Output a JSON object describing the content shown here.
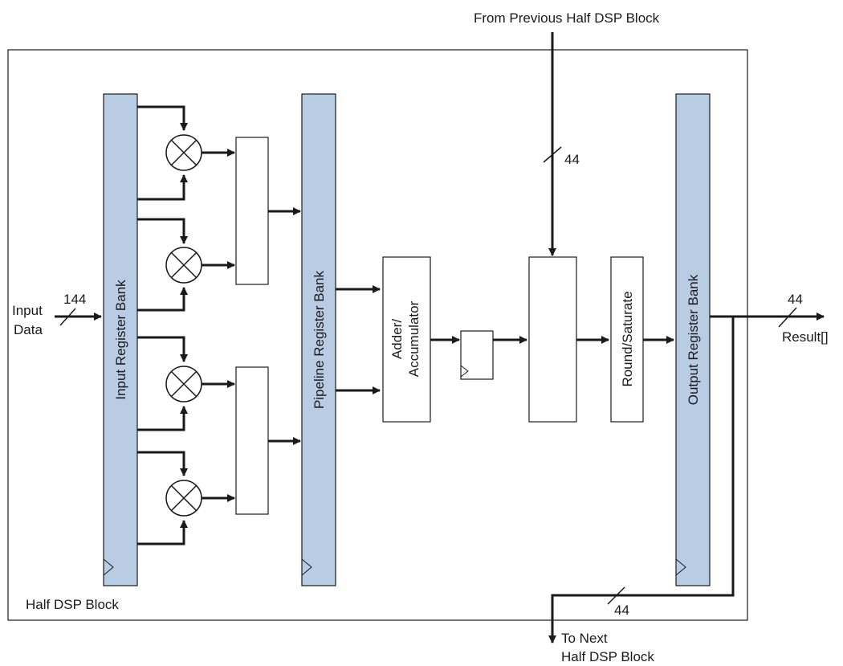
{
  "labels": {
    "from_prev": "From Previous Half DSP Block",
    "input_line1": "Input",
    "input_line2": "Data",
    "input_width": "144",
    "input_register_bank": "Input Register Bank",
    "pipeline_register_bank": "Pipeline Register Bank",
    "adder_line1": "Adder/",
    "adder_line2": "Accumulator",
    "round_saturate": "Round/Saturate",
    "output_register_bank": "Output Register Bank",
    "cascade_in_width": "44",
    "result_width": "44",
    "result": "Result[]",
    "cascade_out_width": "44",
    "to_next_line1": "To Next",
    "to_next_line2": "Half DSP Block",
    "half_dsp_block": "Half DSP Block"
  },
  "colors": {
    "register_fill": "#b8cce4",
    "line": "#1a1a1a",
    "box_fill": "#ffffff"
  },
  "icons": {
    "multiplier": "circle-cross-multiplier-icon",
    "clock": "clock-triangle-icon",
    "arrow": "arrowhead-icon"
  }
}
